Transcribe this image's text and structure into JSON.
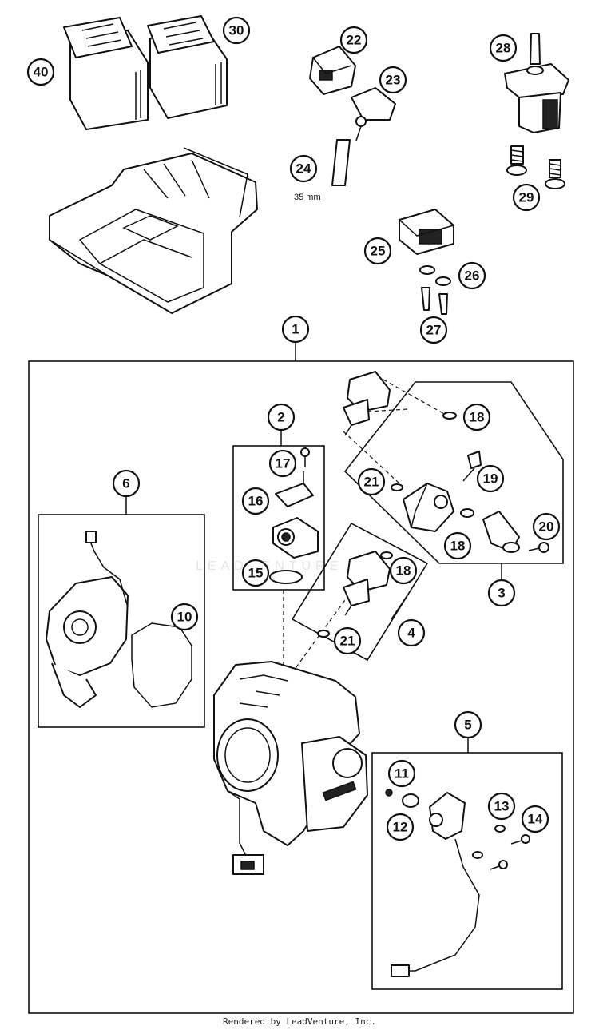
{
  "watermark": "LEADVENTURE",
  "dimension_label": "35 mm",
  "credit": "Rendered by LeadVenture, Inc.",
  "callouts": {
    "c40": "40",
    "c30": "30",
    "c22": "22",
    "c23": "23",
    "c28": "28",
    "c24": "24",
    "c29": "29",
    "c25": "25",
    "c26": "26",
    "c27": "27",
    "c1": "1",
    "c2": "2",
    "c17": "17",
    "c16": "16",
    "c15": "15",
    "c18a": "18",
    "c19": "19",
    "c21a": "21",
    "c20": "20",
    "c18b": "18",
    "c3": "3",
    "c6": "6",
    "c10": "10",
    "c18c": "18",
    "c21b": "21",
    "c4": "4",
    "c5": "5",
    "c11": "11",
    "c13": "13",
    "c14": "14",
    "c12": "12"
  }
}
